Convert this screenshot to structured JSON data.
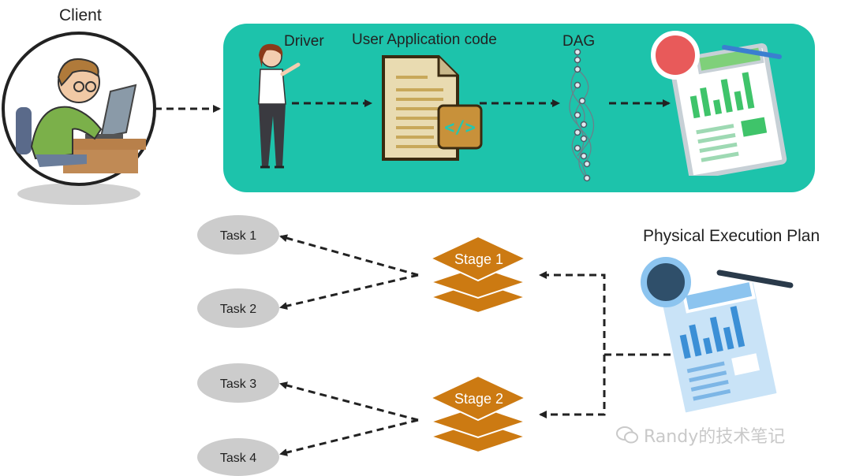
{
  "labels": {
    "client": "Client",
    "driver": "Driver",
    "app_code": "User Application code",
    "dag": "DAG",
    "physical_plan": "Physical Execution Plan"
  },
  "stages": [
    {
      "label": "Stage 1",
      "tasks": [
        "Task 1",
        "Task 2"
      ]
    },
    {
      "label": "Stage 2",
      "tasks": [
        "Task 3",
        "Task 4"
      ]
    }
  ],
  "watermark": "Randy的技术笔记",
  "colors": {
    "panel": "#1dc3ab",
    "stage": "#cc7a12",
    "task": "#cccccc",
    "arrow": "#222222"
  }
}
